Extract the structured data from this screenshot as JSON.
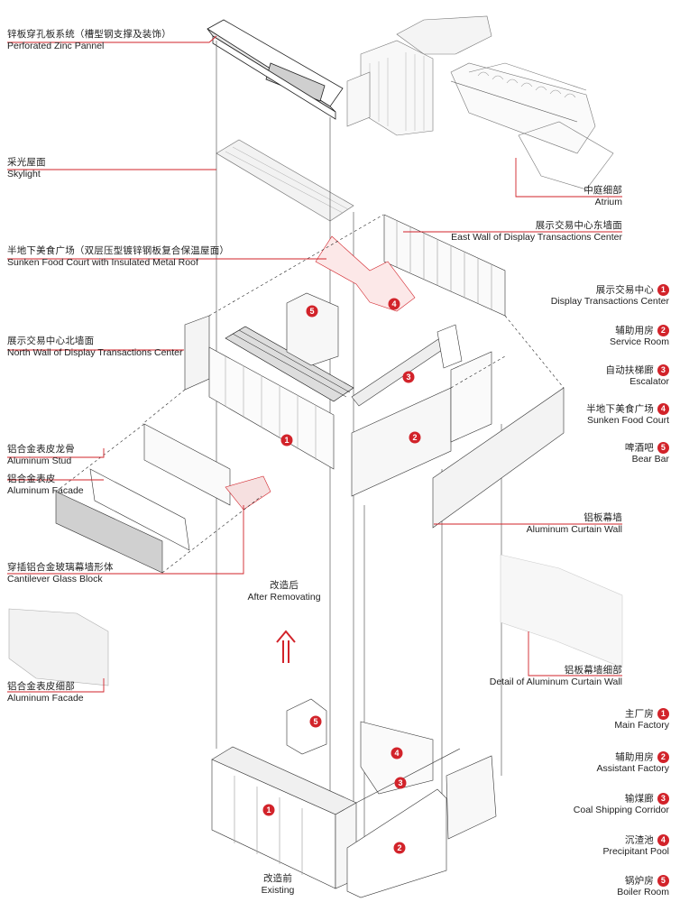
{
  "left_labels": [
    {
      "id": "zinc",
      "zh": "锌板穿孔板系统（槽型钢支撑及装饰）",
      "en": "Perforated Zinc Pannel"
    },
    {
      "id": "skylight",
      "zh": "采光屋面",
      "en": "Skylight"
    },
    {
      "id": "sunken_roof",
      "zh": "半地下美食广场（双层压型镀锌钢板复合保温屋面）",
      "en": "Sunken Food Court with Insulated Metal Roof"
    },
    {
      "id": "north_wall",
      "zh": "展示交易中心北墙面",
      "en": "North Wall of Display Transactions Center"
    },
    {
      "id": "stud",
      "zh": "铝合金表皮龙骨",
      "en": "Aluminum Stud"
    },
    {
      "id": "facade",
      "zh": "铝合金表皮",
      "en": "Aluminum Facade"
    },
    {
      "id": "cantilever",
      "zh": "穿插铝合金玻璃幕墙形体",
      "en": "Cantilever Glass Block"
    },
    {
      "id": "facade_detail",
      "zh": "铝合金表皮细部",
      "en": "Aluminum Facade"
    }
  ],
  "right_labels": [
    {
      "id": "atrium",
      "zh": "中庭细部",
      "en": "Atrium"
    },
    {
      "id": "east_wall",
      "zh": "展示交易中心东墙面",
      "en": "East Wall of Display Transactions Center"
    },
    {
      "id": "curtain",
      "zh": "铝板幕墙",
      "en": "Aluminum Curtain Wall"
    },
    {
      "id": "curtain_detail",
      "zh": "铝板幕墙细部",
      "en": "Detail of Aluminum Curtain Wall"
    }
  ],
  "legend_after": [
    {
      "n": "1",
      "zh": "展示交易中心",
      "en": "Display Transactions Center"
    },
    {
      "n": "2",
      "zh": "辅助用房",
      "en": "Service Room"
    },
    {
      "n": "3",
      "zh": "自动扶梯廊",
      "en": "Escalator"
    },
    {
      "n": "4",
      "zh": "半地下美食广场",
      "en": "Sunken Food Court"
    },
    {
      "n": "5",
      "zh": "啤酒吧",
      "en": "Bear Bar"
    }
  ],
  "legend_before": [
    {
      "n": "1",
      "zh": "主厂房",
      "en": "Main Factory"
    },
    {
      "n": "2",
      "zh": "辅助用房",
      "en": "Assistant Factory"
    },
    {
      "n": "3",
      "zh": "输煤廊",
      "en": "Coal Shipping Corridor"
    },
    {
      "n": "4",
      "zh": "沉渣池",
      "en": "Precipitant Pool"
    },
    {
      "n": "5",
      "zh": "锅炉房",
      "en": "Boiler Room"
    }
  ],
  "center": {
    "after_zh": "改造后",
    "after_en": "After Removating",
    "before_zh": "改造前",
    "before_en": "Existing"
  },
  "badges": {
    "after": [
      "5",
      "4",
      "3",
      "1",
      "2"
    ],
    "before": [
      "5",
      "4",
      "3",
      "1",
      "2"
    ]
  },
  "colors": {
    "accent": "#d2232a",
    "line": "#333333"
  }
}
